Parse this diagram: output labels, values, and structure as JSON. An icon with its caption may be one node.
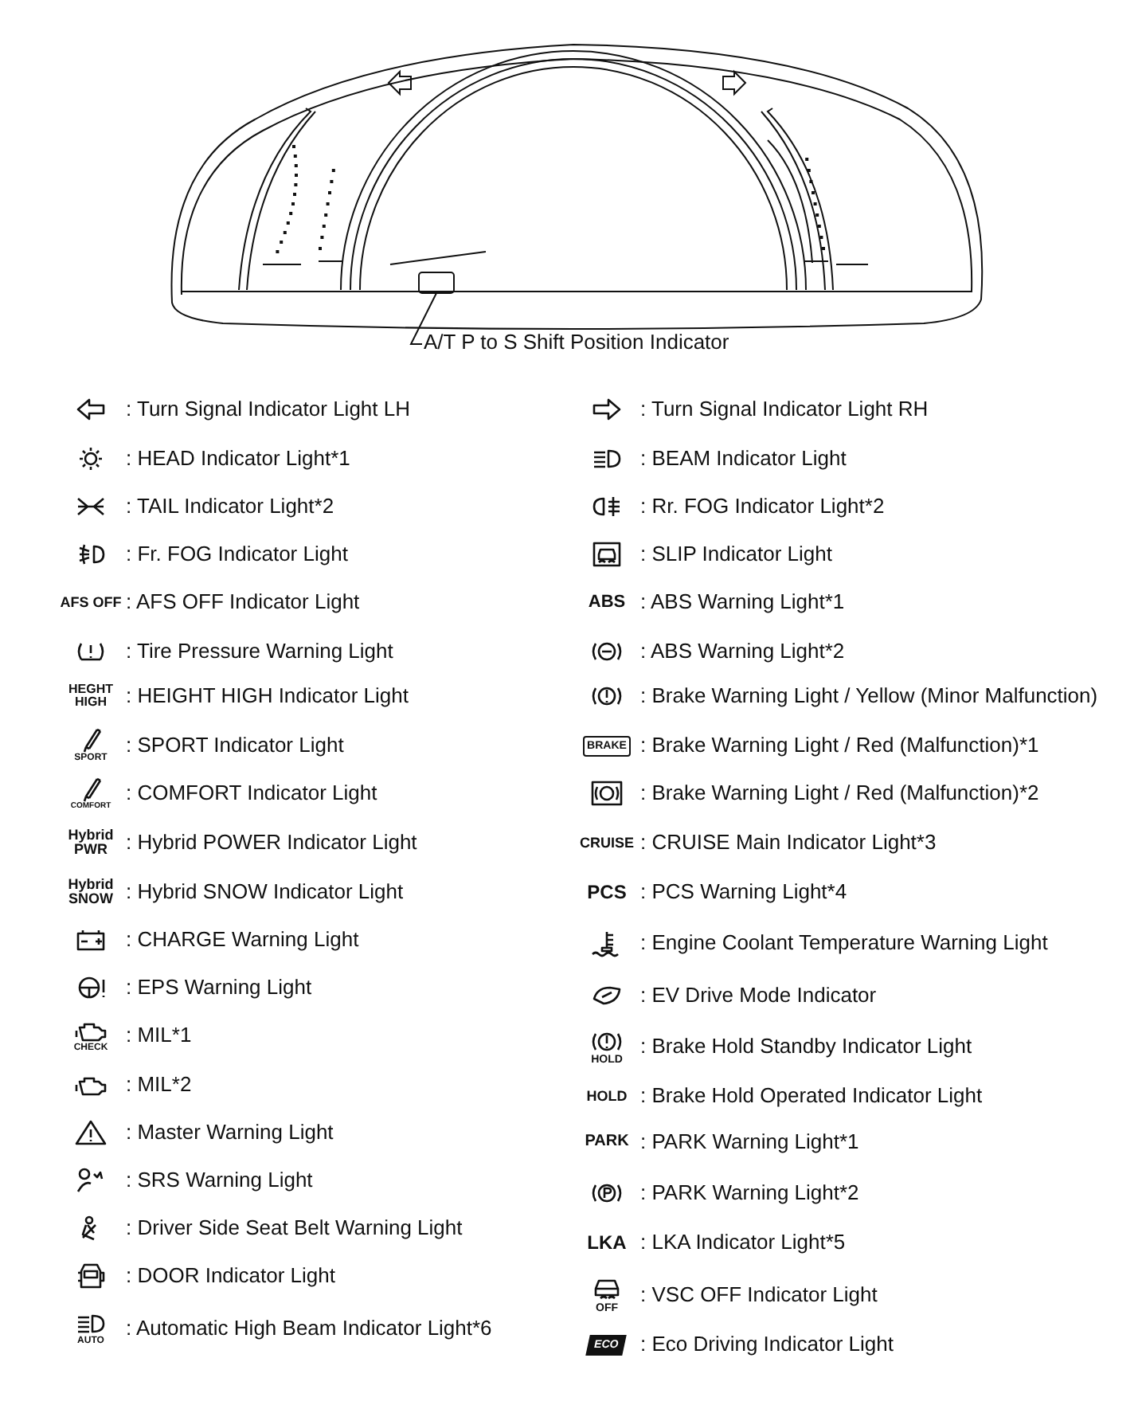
{
  "diagram": {
    "nodes": [
      {
        "text": [
          "A/T P to S Shift Position Indicator"
        ]
      },
      {
        "text": [],
        "shape": "box"
      }
    ],
    "edges": [
      {
        "from": 0,
        "to": 1,
        "arrow": "none"
      }
    ],
    "labels": [
      ": Turn Signal Indicator Light LH",
      ": Turn Signal Indicator Light RH",
      ": HEAD Indicator Light*1",
      ": BEAM Indicator Light",
      ": TAIL Indicator Light*2",
      ": Rr. FOG Indicator Light*2",
      ": Fr. FOG Indicator Light",
      ": SLIP Indicator Light",
      "AFS OFF",
      ": AFS OFF Indicator Light",
      "ABS",
      ": ABS Warning Light*1",
      ": Tire Pressure Warning Light",
      ": ABS Warning Light*2",
      "HEGHT HIGH",
      ": HEIGHT HIGH Indicator Light",
      ": Brake Warning Light / Yellow (Minor Malfunction)",
      "SPORT",
      ": SPORT Indicator Light",
      "BRAKE",
      ": Brake Warning Light / Red (Malfunction)*1",
      "COMFORT",
      ": COMFORT Indicator Light",
      ": Brake Warning Light / Red (Malfunction)*2",
      "Hybrid PWR",
      ": Hybrid POWER Indicator Light",
      "CRUISE",
      ": CRUISE Main Indicator Light*3",
      "Hybrid SNOW",
      ": Hybrid SNOW Indicator Light",
      "PCS",
      ": PCS Warning Light*4",
      ": CHARGE Warning Light",
      ": Engine Coolant Temperature Warning Light",
      ": EPS Warning Light",
      ": EV Drive Mode Indicator",
      "CHECK",
      ": MIL*1",
      "HOLD",
      ": Brake Hold Standby Indicator Light",
      ": MIL*2",
      "HOLD",
      ": Brake Hold Operated Indicator Light",
      ": Master Warning Light",
      "PARK",
      ": PARK Warning Light*1",
      ": SRS Warning Light",
      ": PARK Warning Light*2",
      ": Driver Side Seat Belt Warning Light",
      "LKA",
      ": LKA Indicator Light*5",
      ": DOOR Indicator Light",
      "OFF",
      ": VSC OFF Indicator Light",
      "AUTO",
      ": Automatic High Beam Indicator Light*6",
      "ECO",
      ": Eco Driving Indicator Light"
    ]
  }
}
